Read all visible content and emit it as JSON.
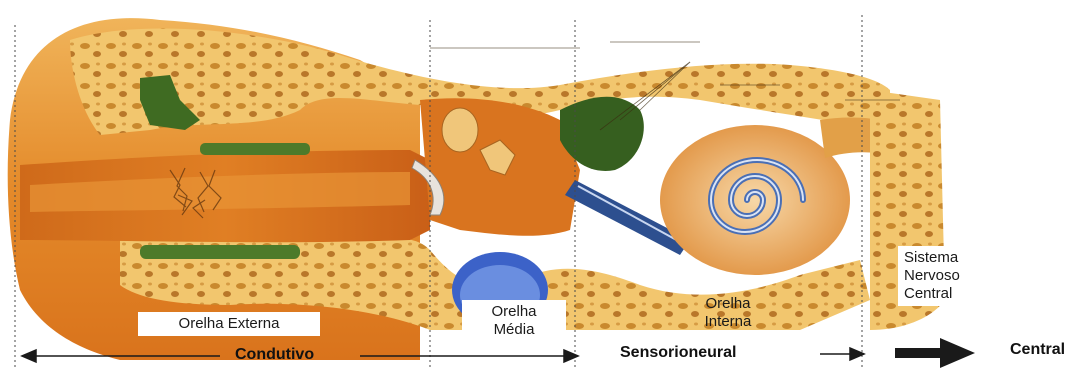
{
  "regions": {
    "outer_ear": "Orelha Externa",
    "middle_ear_line1": "Orelha",
    "middle_ear_line2": "Média",
    "inner_ear_line1": "Orelha",
    "inner_ear_line2": "Interna",
    "cns_line1": "Sistema",
    "cns_line2": "Nervoso",
    "cns_line3": "Central"
  },
  "categories": {
    "conductive": "Condutivo",
    "sensorineural": "Sensorioneural",
    "central": "Central"
  },
  "colors": {
    "skin": "#e89a3a",
    "canal": "#d4731f",
    "bone": "#f2c66e",
    "cartilage_green": "#3f6b22",
    "cochlea_blue": "#4a6fb5",
    "arrow": "#1a1a1a"
  }
}
